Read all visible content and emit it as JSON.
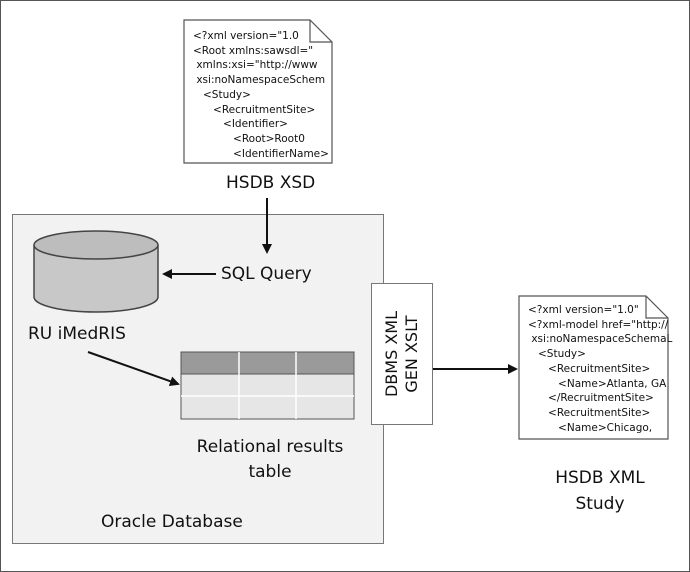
{
  "hsdb_xsd": {
    "code_lines": [
      "<?xml version=\"1.0",
      "<Root xmlns:sawsdl=\"",
      " xmlns:xsi=\"http://www",
      " xsi:noNamespaceSchem",
      "   <Study>",
      "      <RecruitmentSite>",
      "         <Identifier>",
      "            <Root>Root0",
      "            <IdentifierName>"
    ],
    "label": "HSDB XSD"
  },
  "sql_query": {
    "label": "SQL Query"
  },
  "database": {
    "label": "RU iMedRIS"
  },
  "results_table": {
    "label_line1": "Relational results",
    "label_line2": "table"
  },
  "oracle": {
    "label": "Oracle Database"
  },
  "xslt_box": {
    "line1": "DBMS XML",
    "line2": "GEN XSLT"
  },
  "hsdb_xml": {
    "code_lines": [
      "<?xml version=\"1.0\"",
      "<?xml-model href=\"http://",
      " xsi:noNamespaceSchemaL",
      "   <Study>",
      "      <RecruitmentSite>",
      "         <Name>Atlanta, GA",
      "      </RecruitmentSite>",
      "      <RecruitmentSite>",
      "         <Name>Chicago,"
    ],
    "label_line1": "HSDB XML",
    "label_line2": "Study"
  },
  "colors": {
    "cylinder": "#c8c8c8",
    "table_header": "#9a9a9a",
    "table_body": "#e6e6e6",
    "oracle_bg": "#f2f2f2"
  }
}
